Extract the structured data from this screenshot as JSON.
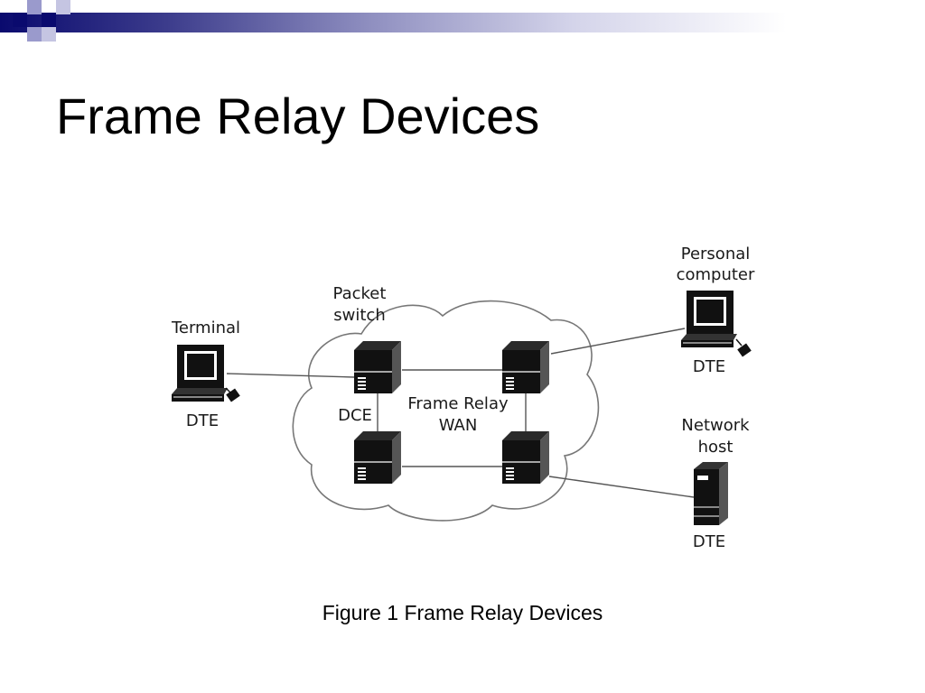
{
  "slide": {
    "title": "Frame Relay Devices",
    "caption": "Figure 1 Frame Relay Devices"
  },
  "diagram": {
    "labels": {
      "terminal": "Terminal",
      "terminal_role": "DTE",
      "packet_switch_line1": "Packet",
      "packet_switch_line2": "switch",
      "dce": "DCE",
      "wan_line1": "Frame Relay",
      "wan_line2": "WAN",
      "pc_line1": "Personal",
      "pc_line2": "computer",
      "pc_role": "DTE",
      "host_line1": "Network",
      "host_line2": "host",
      "host_role": "DTE"
    }
  },
  "colors": {
    "accent_dark": "#0a0a6e",
    "accent_light": "#9a9acc"
  },
  "icons": [
    "terminal-icon",
    "packet-switch-icon",
    "personal-computer-icon",
    "network-host-icon",
    "cloud-shape"
  ]
}
